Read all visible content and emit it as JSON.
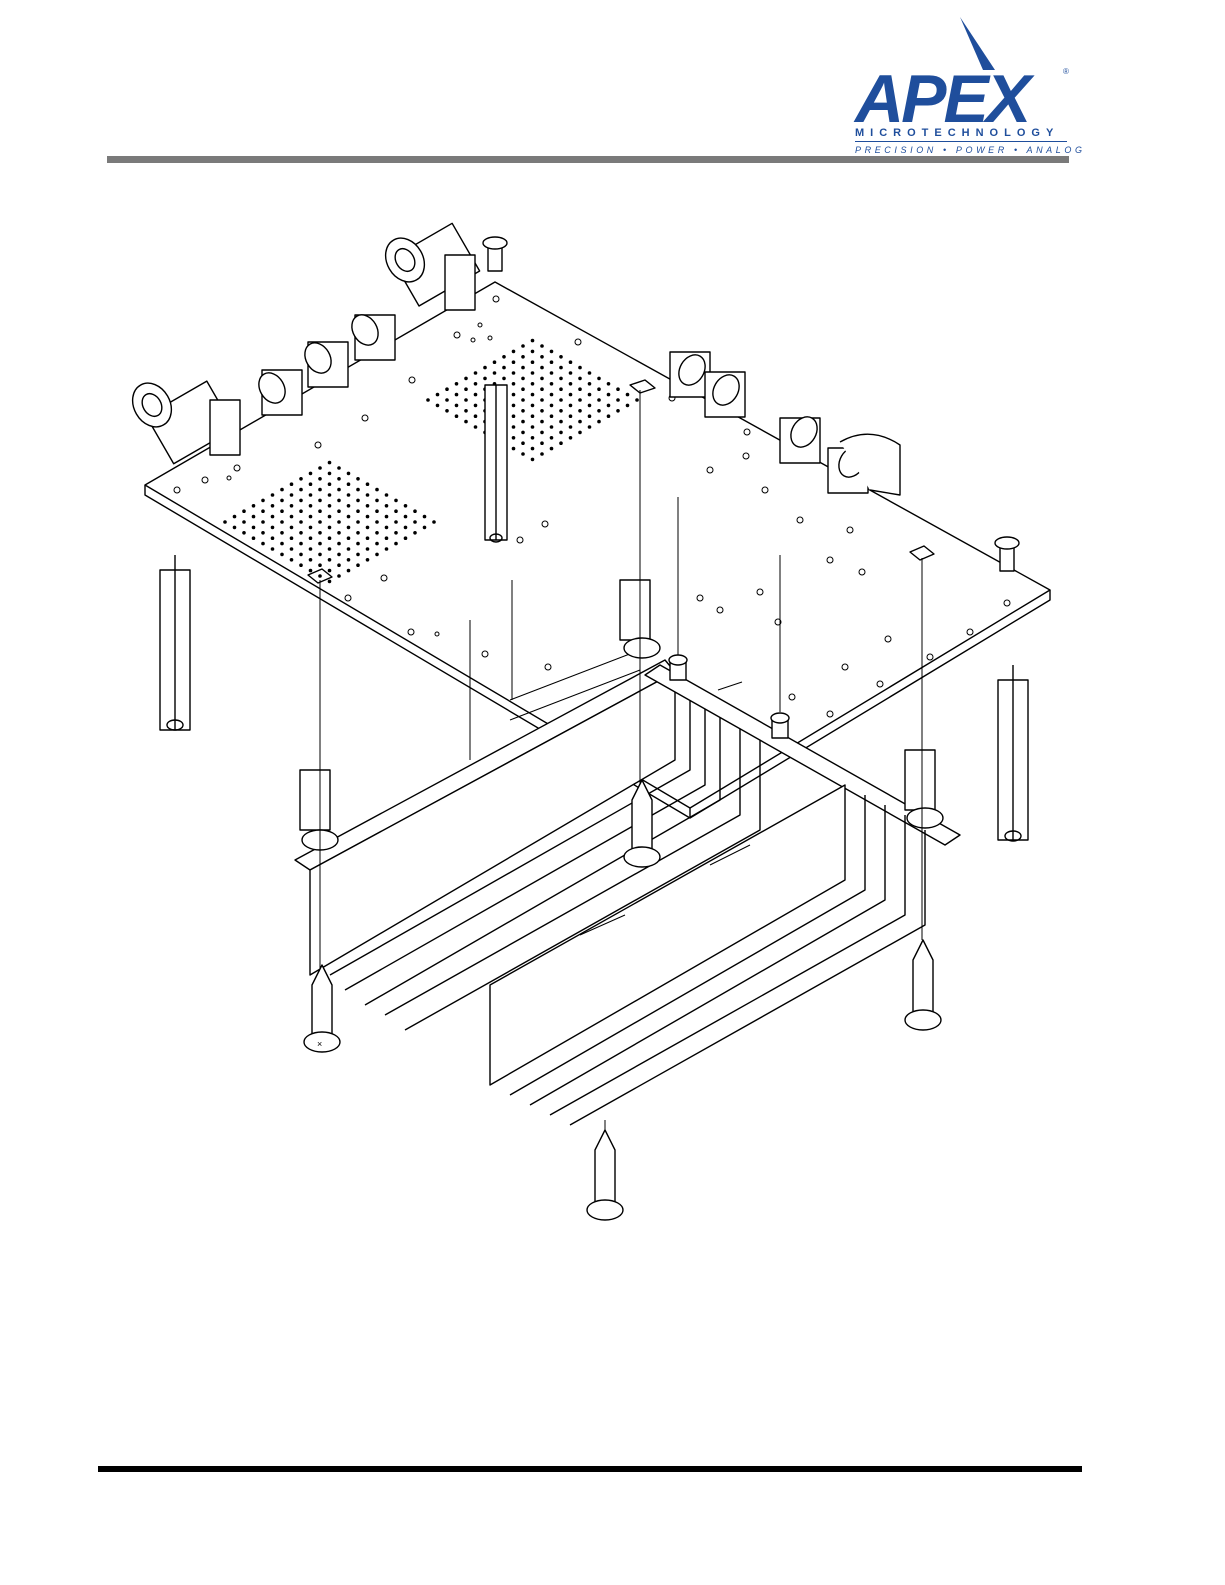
{
  "logo": {
    "wordmark": "APEX",
    "registered": "®",
    "subtitle": "MICROTECHNOLOGY",
    "tagline": "PRECISION • POWER • ANALOG",
    "brand_color": "#1f4e9c"
  },
  "colors": {
    "header_rule": "#7a7a7a",
    "footer_rule": "#000000",
    "line": "#000000"
  },
  "icons": [
    "apex-logo-icon",
    "bnc-connector-icon",
    "standoff-icon",
    "screw-icon",
    "heatsink-icon",
    "clip-icon"
  ]
}
